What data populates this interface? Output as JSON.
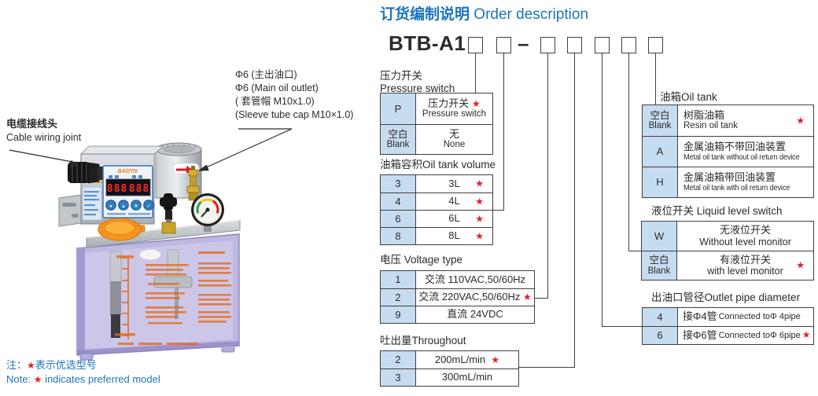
{
  "title": {
    "cn": "订货编制说明",
    "en": "Order description"
  },
  "model": {
    "prefix": "BTB-A1",
    "dash": "–"
  },
  "product_labels": {
    "cable_cn": "电缆接线头",
    "cable_en": "Cable wiring joint",
    "outlet_l1": "Φ6 (主出油口)",
    "outlet_l2": "Φ6 (Main oil outlet)",
    "outlet_l3": "( 套管帽 M10x1.0)",
    "outlet_l4": "(Sleeve tube cap M10×1.0)",
    "brand": "BAOTN",
    "display_left": "888",
    "display_right": "888"
  },
  "tables": {
    "pressure_switch": {
      "title_cn": "压力开关",
      "title_en": "Pressure switch",
      "rows": [
        {
          "code": "P",
          "code2": "",
          "desc_cn": "压力开关",
          "desc_en": "Pressure switch",
          "star": "★"
        },
        {
          "code": "空白",
          "code2": "Blank",
          "desc_cn": "无",
          "desc_en": "None",
          "star": ""
        }
      ]
    },
    "tank_volume": {
      "title": "油箱容积Oil tank volume",
      "rows": [
        {
          "code": "3",
          "desc": "3L",
          "star": "★"
        },
        {
          "code": "4",
          "desc": "4L",
          "star": "★"
        },
        {
          "code": "6",
          "desc": "6L",
          "star": "★"
        },
        {
          "code": "8",
          "desc": "8L",
          "star": "★"
        }
      ]
    },
    "voltage": {
      "title": "电压 Voltage type",
      "rows": [
        {
          "code": "1",
          "desc": "交流 110VAC,50/60Hz",
          "star": ""
        },
        {
          "code": "2",
          "desc": "交流 220VAC,50/60Hz",
          "star": "★"
        },
        {
          "code": "9",
          "desc": "直流 24VDC",
          "star": ""
        }
      ]
    },
    "throughput": {
      "title": "吐出量Throughout",
      "rows": [
        {
          "code": "2",
          "desc": "200mL/min",
          "star": "★"
        },
        {
          "code": "3",
          "desc": "300mL/min",
          "star": ""
        }
      ]
    },
    "oil_tank": {
      "title": "油箱Oil tank",
      "rows": [
        {
          "code": "空白",
          "code2": "Blank",
          "desc_cn": "树脂油箱",
          "desc_en": "Resin oil tank",
          "star": "★"
        },
        {
          "code": "A",
          "code2": "",
          "desc_cn": "金属油箱不带回油装置",
          "desc_en": "Metal oil tank without oil return device",
          "star": ""
        },
        {
          "code": "H",
          "code2": "",
          "desc_cn": "金属油箱带回油装置",
          "desc_en": "Metal oil tank with oil return device",
          "star": ""
        }
      ]
    },
    "level_switch": {
      "title": "液位开关 Liquid level switch",
      "rows": [
        {
          "code": "W",
          "code2": "",
          "desc_cn": "无液位开关",
          "desc_en": "Without level monitor",
          "star": ""
        },
        {
          "code": "空白",
          "code2": "Blank",
          "desc_cn": "有液位开关",
          "desc_en": "with level monitor",
          "star": "★"
        }
      ]
    },
    "outlet_pipe": {
      "title": "出油口管径Outlet pipe diameter",
      "rows": [
        {
          "code": "4",
          "desc_cn": "接Φ4管",
          "desc_en": "Connected toΦ 4pipe",
          "star": ""
        },
        {
          "code": "6",
          "desc_cn": "接Φ6管",
          "desc_en": "Connected toΦ 6pipe",
          "star": "★"
        }
      ]
    }
  },
  "note": {
    "cn_prefix": "注：",
    "cn_star": "★",
    "cn_text": "表示优选型号",
    "en_prefix": "Note: ",
    "en_star": "★",
    "en_text": " indicates preferred model"
  },
  "colors": {
    "accent_blue": "#1B75BC",
    "star_red": "#E31E24",
    "code_cell_blue": "#C6DCF1"
  }
}
